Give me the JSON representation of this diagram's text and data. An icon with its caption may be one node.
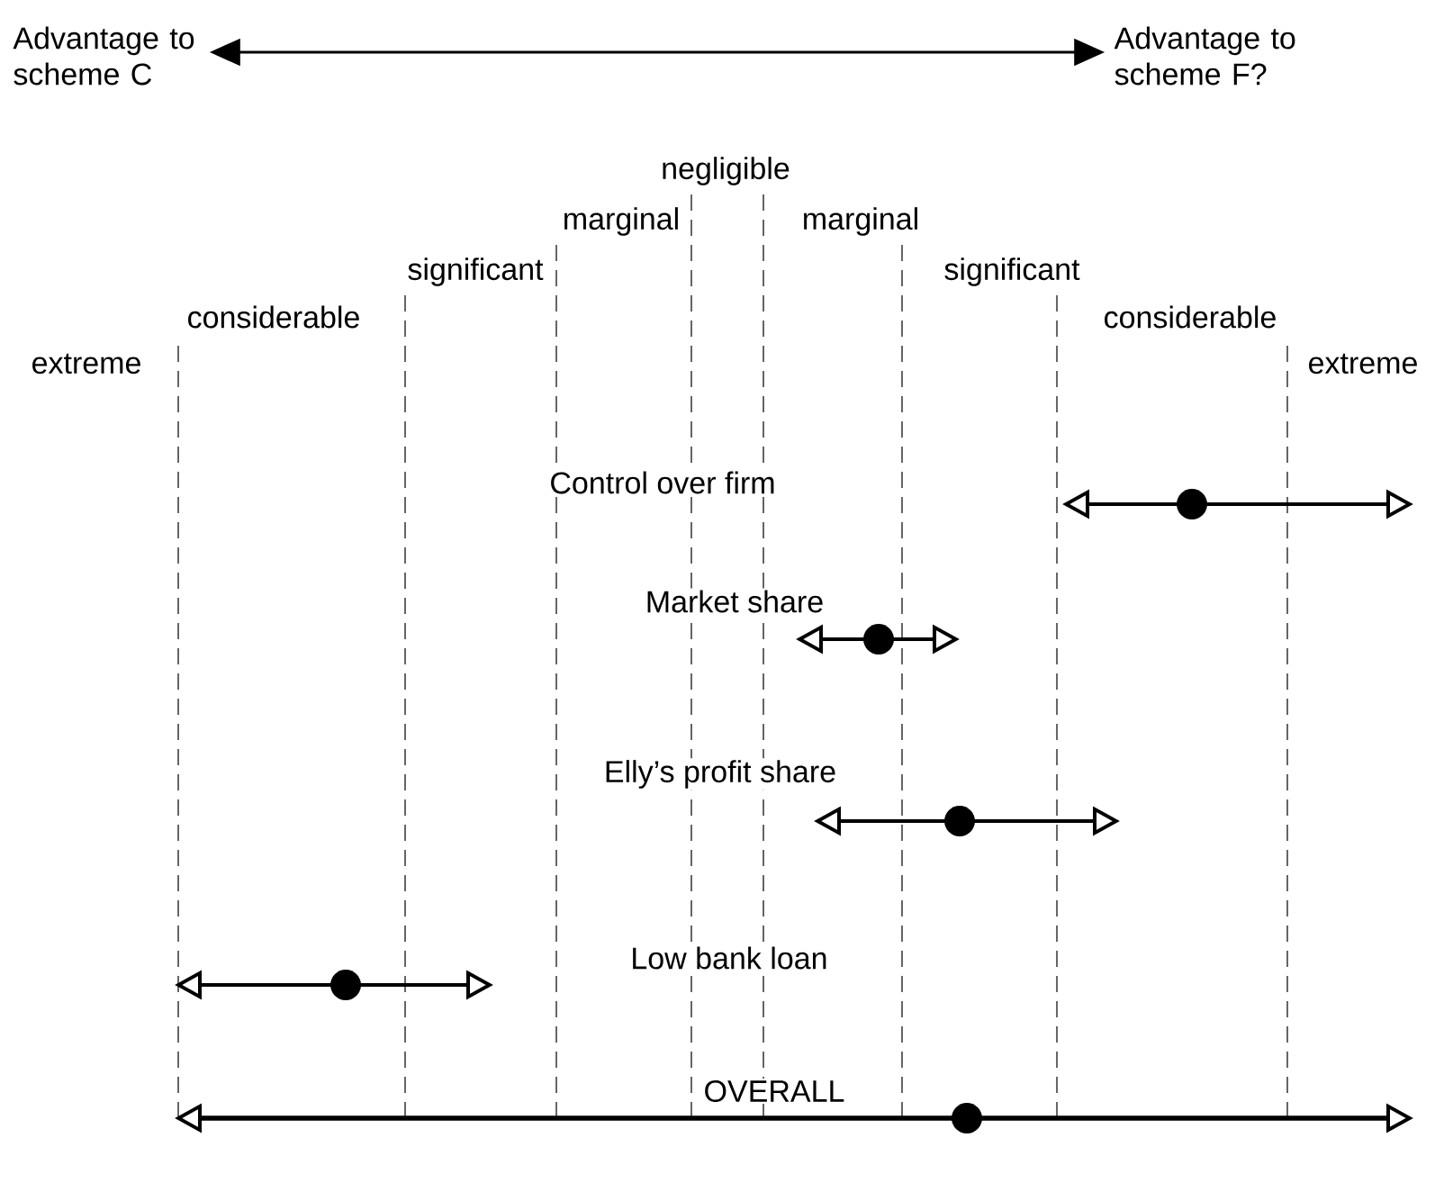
{
  "diagram": {
    "nodes": [
      {
        "text": [
          "Advantage to scheme C"
        ]
      },
      {
        "text": [
          "Advantage to scheme F?"
        ]
      }
    ],
    "edges": [
      {
        "from": 0,
        "to": 1,
        "arrow": "both"
      }
    ],
    "labels": [
      "negligible",
      "marginal",
      "marginal",
      "significant",
      "significant",
      "considerable",
      "considerable",
      "extreme",
      "extreme",
      "Control over firm",
      "Market share",
      "Elly’s profit share",
      "Low bank loan",
      "OVERALL"
    ]
  }
}
